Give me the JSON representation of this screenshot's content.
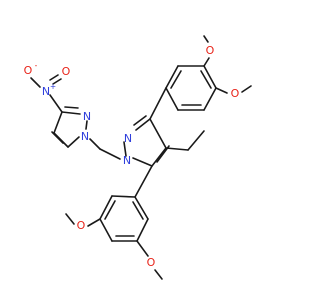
{
  "colors": {
    "bond": "#1a1a1a",
    "carbon": "#1a1a1a",
    "oxygen": "#e8241a",
    "nitrogen": "#2f3fdc"
  },
  "labels": {
    "O_top_methoxy": "O",
    "O_upper_methoxy": "O",
    "O_lower_methoxy_a": "O",
    "O_lower_methoxy_b": "O",
    "nitro_O_minus": "O",
    "nitro_O_minus_charge": "-",
    "nitro_O": "O",
    "nitro_N": "N",
    "nitro_N_charge": "+",
    "pyrazole_N_upper": "N",
    "pyrazole_N1": "N",
    "central_N_upper": "N",
    "central_N1": "N"
  }
}
